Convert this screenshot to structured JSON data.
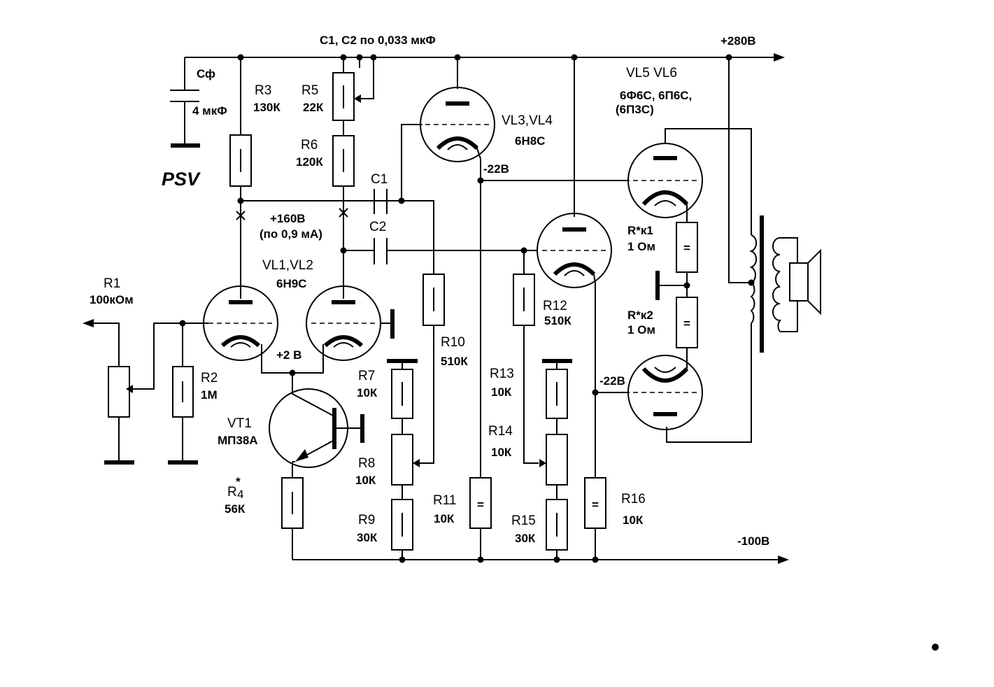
{
  "title": "PSV",
  "rails": {
    "plus": "+280В",
    "minus": "-100В"
  },
  "note_capacitors": "С1, С2  по 0,033 мкФ",
  "node_voltages": {
    "plate_node": "+160В",
    "plate_node_current": "(по 0,9 мА)",
    "cathode_node": "+2 В",
    "vl34_cathode": "-22В",
    "vl6_cathode": "-22В"
  },
  "components": {
    "cf": {
      "label": "Сф",
      "value": "4 мкФ"
    },
    "r1": {
      "label": "R1",
      "value": "100кОм"
    },
    "r2": {
      "label": "R2",
      "value": "1М"
    },
    "r3": {
      "label": "R3",
      "value": "130К"
    },
    "r4": {
      "label": "R",
      "star": "*",
      "sub": "4",
      "value": "56К"
    },
    "r5": {
      "label": "R5",
      "value": "22К"
    },
    "r6": {
      "label": "R6",
      "value": "120К"
    },
    "r7": {
      "label": "R7",
      "value": "10К"
    },
    "r8": {
      "label": "R8",
      "value": "10К"
    },
    "r9": {
      "label": "R9",
      "value": "30К"
    },
    "r10": {
      "label": "R10",
      "value": "510К"
    },
    "r11": {
      "label": "R11",
      "value": "10К"
    },
    "r12": {
      "label": "R12",
      "value": "510К"
    },
    "r13": {
      "label": "R13",
      "value": "10К"
    },
    "r14": {
      "label": "R14",
      "value": "10К"
    },
    "r15": {
      "label": "R15",
      "value": "30К"
    },
    "r16": {
      "label": "R16",
      "value": "10К"
    },
    "rk1": {
      "label": "R*к1",
      "value": "1 Ом"
    },
    "rk2": {
      "label": "R*к2",
      "value": "1 Ом"
    },
    "c1": {
      "label": "С1"
    },
    "c2": {
      "label": "С2"
    },
    "vl12": {
      "label": "VL1,VL2",
      "type": "6Н9С"
    },
    "vl34": {
      "label": "VL3,VL4",
      "type": "6Н8С"
    },
    "vl56": {
      "label": "VL5  VL6",
      "type1": "6Ф6С, 6П6С,",
      "type2": "(6П3С)"
    },
    "vt1": {
      "label": "VT1",
      "type": "МП38А"
    }
  },
  "resistor_mark": "|",
  "resistor_mark_eq": "="
}
